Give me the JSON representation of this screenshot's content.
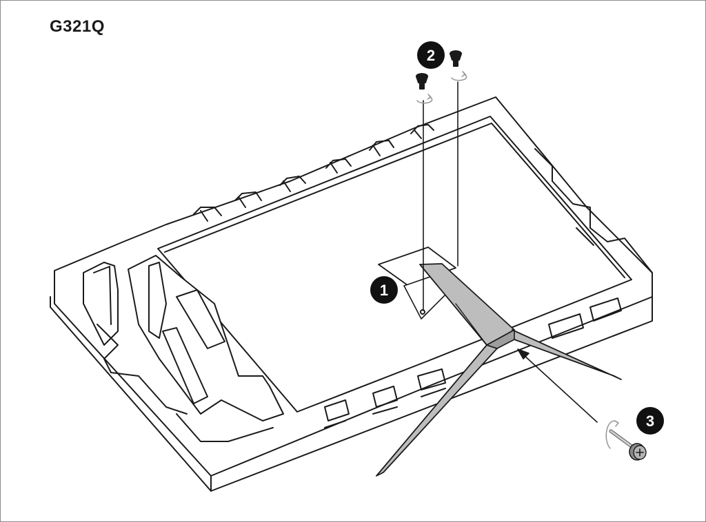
{
  "title": "G321Q",
  "steps": [
    {
      "number": "1"
    },
    {
      "number": "2"
    },
    {
      "number": "3"
    }
  ],
  "colors": {
    "line": "#1a1a1a",
    "stand_fill": "#bdbdbd",
    "badge_fill": "#111111",
    "badge_text": "#ffffff",
    "arrow_gray": "#9a9a9a"
  },
  "icons": [
    "screw-icon",
    "rotate-arrow-icon",
    "thumbscrew-icon"
  ]
}
